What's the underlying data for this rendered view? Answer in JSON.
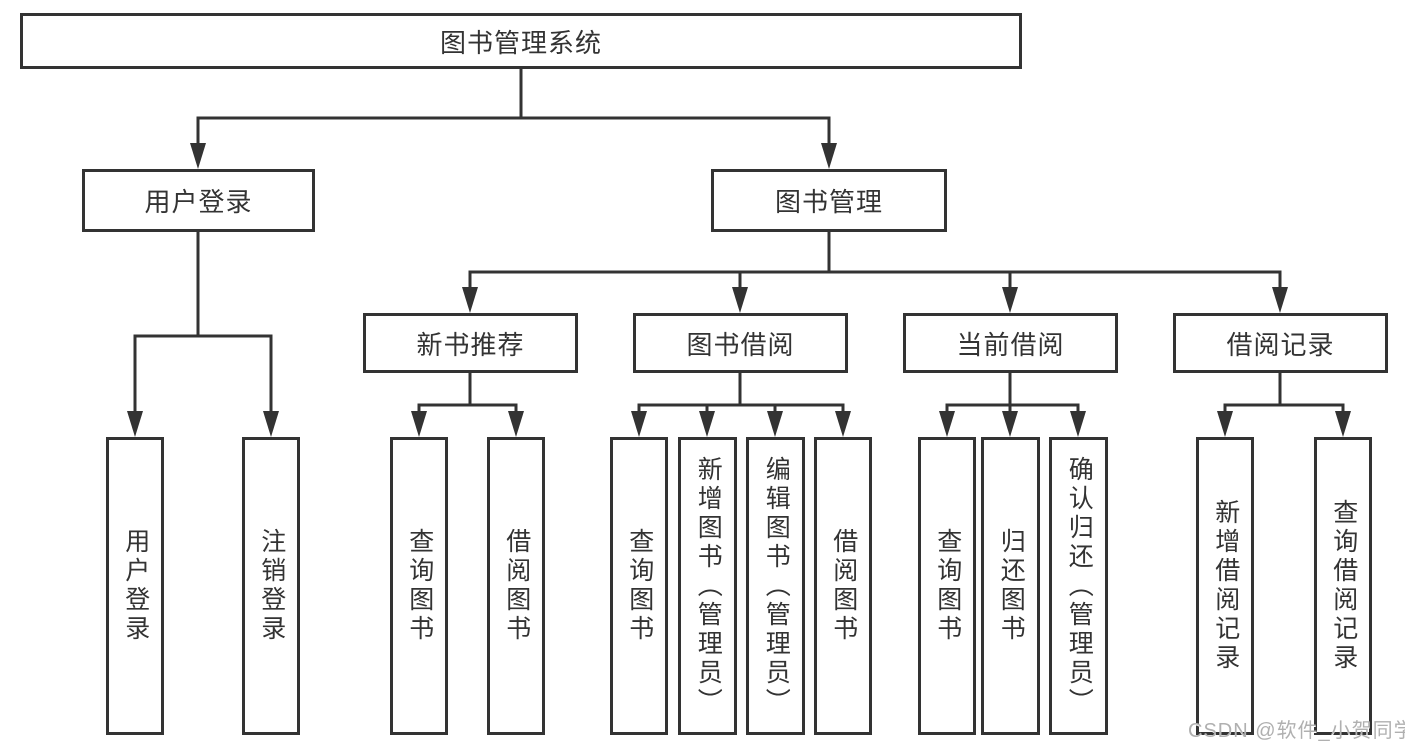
{
  "tree": {
    "label": "图书管理系统",
    "children": [
      {
        "label": "用户登录",
        "children": [
          {
            "label": "用户登录"
          },
          {
            "label": "注销登录"
          }
        ]
      },
      {
        "label": "图书管理",
        "children": [
          {
            "label": "新书推荐",
            "children": [
              {
                "label": "查询图书"
              },
              {
                "label": "借阅图书"
              }
            ]
          },
          {
            "label": "图书借阅",
            "children": [
              {
                "label": "查询图书"
              },
              {
                "label": "新增图书（管理员）"
              },
              {
                "label": "编辑图书（管理员）"
              },
              {
                "label": "借阅图书"
              }
            ]
          },
          {
            "label": "当前借阅",
            "children": [
              {
                "label": "查询图书"
              },
              {
                "label": "归还图书"
              },
              {
                "label": "确认归还（管理员）"
              }
            ]
          },
          {
            "label": "借阅记录",
            "children": [
              {
                "label": "新增借阅记录"
              },
              {
                "label": "查询借阅记录"
              }
            ]
          }
        ]
      }
    ]
  },
  "watermark": "CSDN @软件_小贺同学",
  "colors": {
    "line": "#333333",
    "box_border": "#333333",
    "box_background": "#ffffff",
    "text": "#333333",
    "watermark": "#b0b0b0"
  }
}
